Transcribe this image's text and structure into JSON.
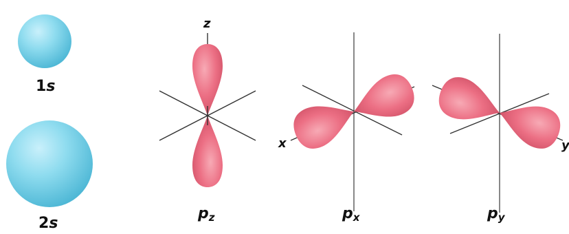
{
  "orbitals": {
    "s1": {
      "number": "1",
      "letter": "s"
    },
    "s2": {
      "number": "2",
      "letter": "s"
    },
    "pz": {
      "letter": "p",
      "sub": "z",
      "axis": "z"
    },
    "px": {
      "letter": "p",
      "sub": "x",
      "axis": "x"
    },
    "py": {
      "letter": "p",
      "sub": "y",
      "axis": "y"
    }
  },
  "colors": {
    "s_orbital": "#7fd4ea",
    "p_orbital": "#ec6f84",
    "axis_line": "#333333"
  }
}
